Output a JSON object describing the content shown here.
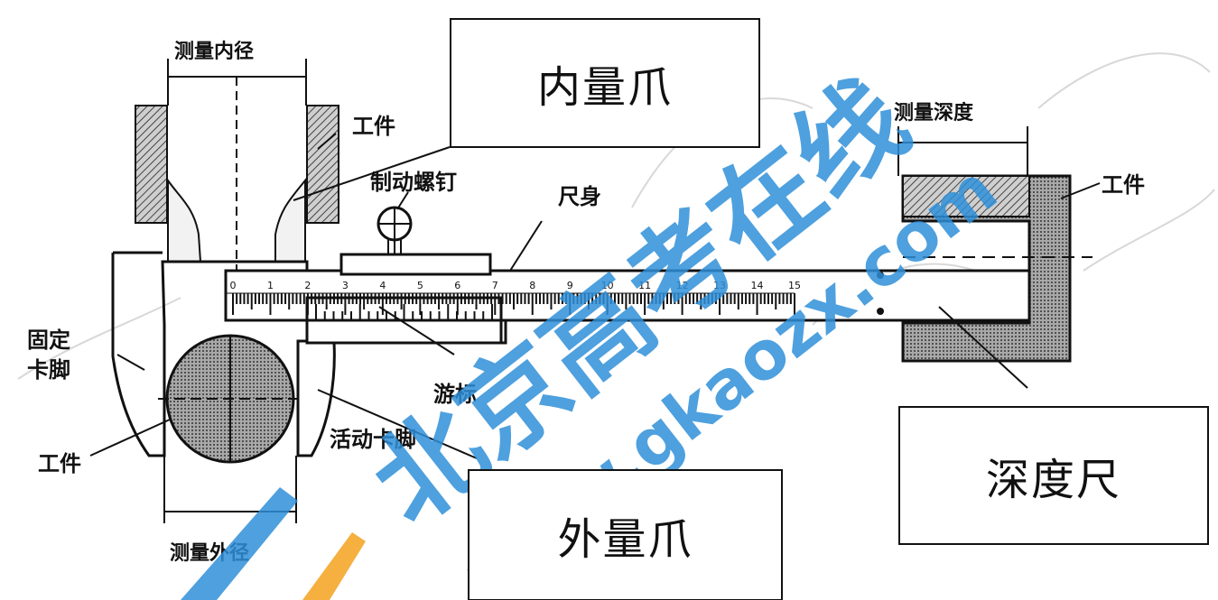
{
  "labels": {
    "inner_diameter": "测量内径",
    "workpiece": "工件",
    "lock_screw": "制动螺钉",
    "main_scale": "尺身",
    "vernier": "游标",
    "fixed_jaw_line1": "固定",
    "fixed_jaw_line2": "卡脚",
    "movable_jaw": "活动卡脚",
    "outer_diameter": "测量外径",
    "depth_measure": "测量深度"
  },
  "callouts": {
    "inner_jaw": "内量爪",
    "outer_jaw": "外量爪",
    "depth_rod": "深度尺"
  },
  "scale_numbers": [
    "0",
    "1",
    "2",
    "3",
    "4",
    "5",
    "6",
    "7",
    "8",
    "9",
    "10",
    "11",
    "12",
    "13",
    "14",
    "15"
  ],
  "watermark": {
    "brand": "北京高考在线",
    "url": "www.gkaozx.com",
    "colors": {
      "blue": "#2f8fd8",
      "orange": "#f4a21d"
    }
  }
}
